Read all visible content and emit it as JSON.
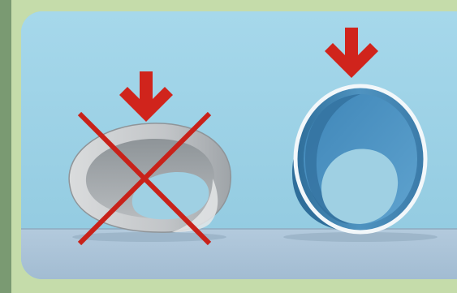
{
  "illustration": {
    "items": [
      {
        "name": "deformed-ring",
        "state": "incorrect"
      },
      {
        "name": "round-ring",
        "state": "correct"
      }
    ],
    "colors": {
      "frame": "#c5dcaa",
      "left_bar": "#7a9a72",
      "background": "#9bd2e6",
      "floor": "#a9c3d8",
      "arrow": "#d0241c",
      "cross": "#c8221a",
      "grey_ring": "#c6c8ca",
      "blue_ring": "#4f93c0"
    }
  }
}
